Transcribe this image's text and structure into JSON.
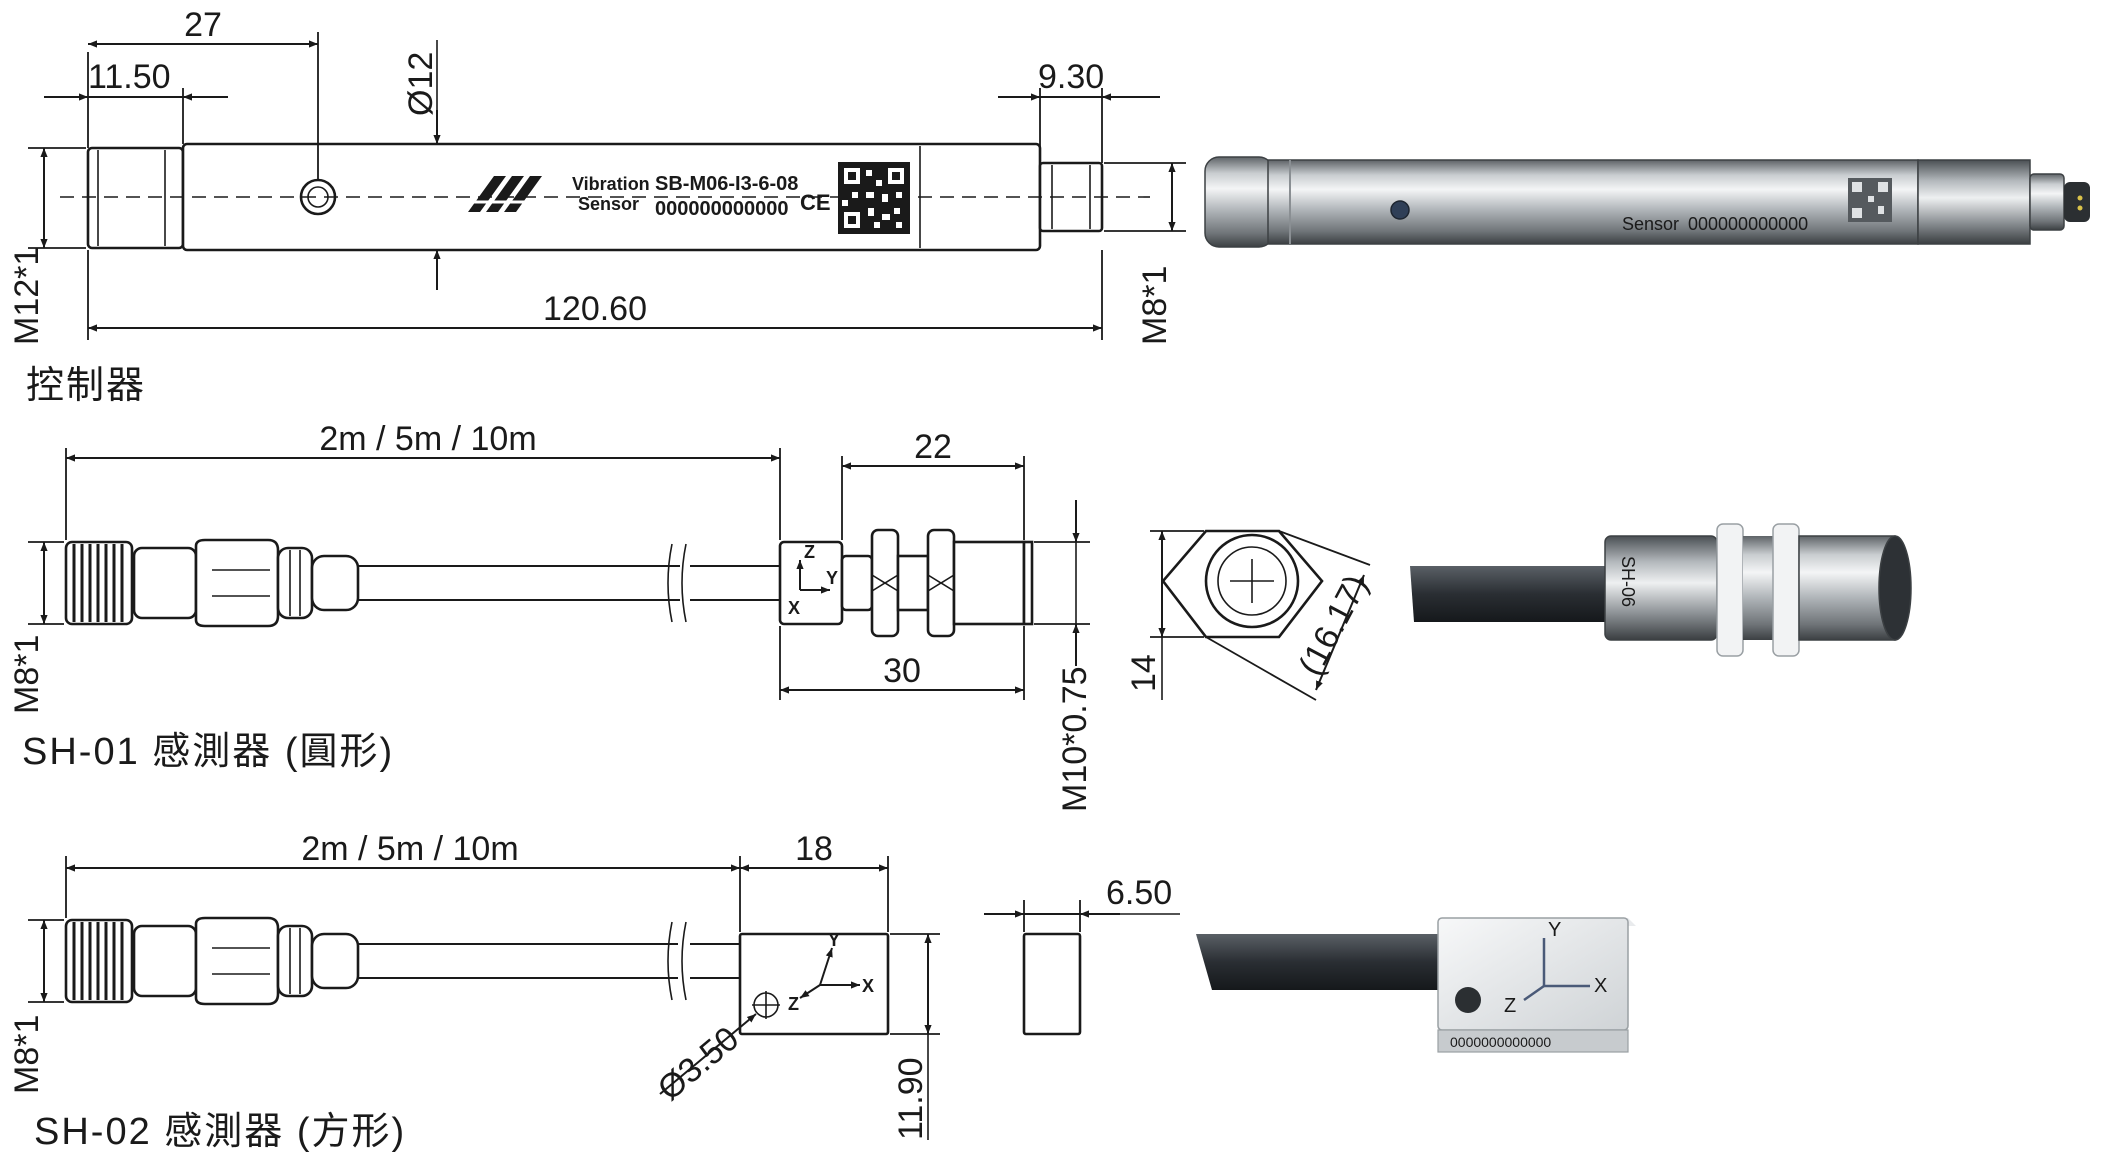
{
  "controller": {
    "title": "控制器",
    "dims": {
      "d27": "27",
      "d11_50": "11.50",
      "d12": "Ø12",
      "d9_30": "9.30",
      "d120_60": "120.60",
      "m12": "M12*1",
      "m8": "M8*1"
    },
    "label_line1": "Vibration",
    "label_line2": "Sensor",
    "model": "SB-M06-I3-6-08",
    "serial": "000000000000",
    "ce_mark": "CE",
    "photo_serial": "000000000000",
    "photo_label": "Sensor"
  },
  "sh01": {
    "title": "SH-01 感測器 (圓形)",
    "dims": {
      "cable": "2m / 5m / 10m",
      "d22": "22",
      "d30": "30",
      "d14": "14",
      "d16_17": "(16.17)",
      "m8": "M8*1",
      "m10": "M10*0.75"
    },
    "axes": {
      "x": "X",
      "y": "Y",
      "z": "Z"
    },
    "photo_label": "SH-06"
  },
  "sh02": {
    "title": "SH-02 感測器 (方形)",
    "dims": {
      "cable": "2m / 5m / 10m",
      "d18": "18",
      "d6_50": "6.50",
      "d11_90": "11.90",
      "d3_50": "Ø3.50",
      "m8": "M8*1"
    },
    "axes": {
      "x": "X",
      "y": "Y",
      "z": "Z"
    },
    "photo_serial": "0000000000000"
  },
  "icons": [
    "brand-logo-icon",
    "qr-code-icon",
    "axis-triad-icon",
    "hex-nut-icon"
  ],
  "colors": {
    "line": "#1a1a1a",
    "steel_light": "#e6e8ea",
    "steel_dark": "#6f7478",
    "cable": "#2a2e33"
  }
}
